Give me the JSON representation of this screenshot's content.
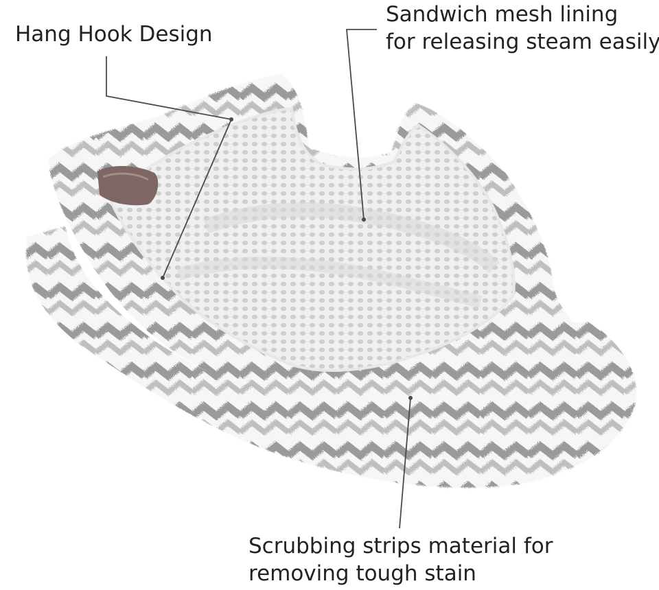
{
  "callouts": {
    "hang_hook": {
      "lines": [
        "Hang Hook Design"
      ]
    },
    "mesh_lining": {
      "lines": [
        "Sandwich mesh lining",
        "for releasing steam easily"
      ]
    },
    "scrubbing_strips": {
      "lines": [
        "Scrubbing strips material for",
        "removing tough stain"
      ]
    }
  },
  "icons": {
    "product": "steam-mop-pad-icon",
    "hook": "hang-loop-icon"
  },
  "colors": {
    "background": "#ffffff",
    "text": "#222222",
    "leader_line": "#4a4a4a",
    "pad_white": "#f4f4f4",
    "pad_stripe": "#9a9a9a",
    "mesh": "#e6e6e6",
    "hook_loop": "#7d6663"
  }
}
